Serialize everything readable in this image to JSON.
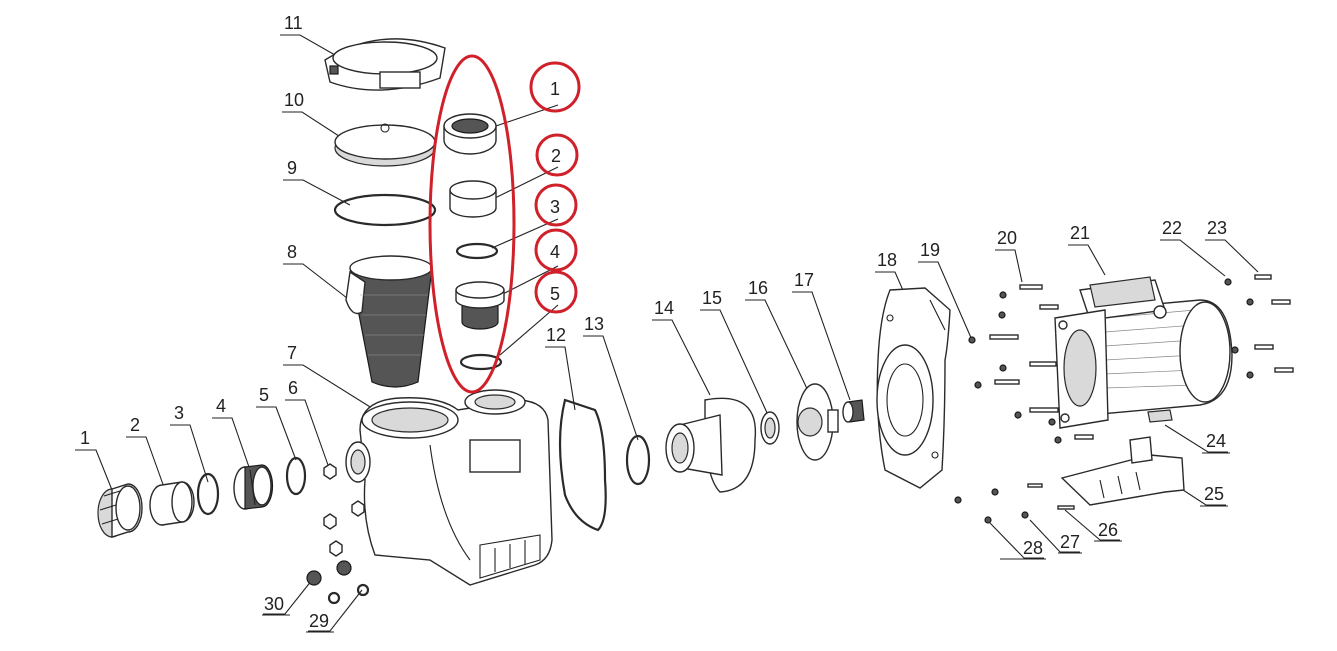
{
  "diagram": {
    "highlight_color": "#d0202a",
    "line_color": "#222222",
    "labels": {
      "p1": "1",
      "p2": "2",
      "p3": "3",
      "p4": "4",
      "p5": "5",
      "p6": "6",
      "p7": "7",
      "p8": "8",
      "p9": "9",
      "p10": "10",
      "p11": "11",
      "p12": "12",
      "p13": "13",
      "p14": "14",
      "p15": "15",
      "p16": "16",
      "p17": "17",
      "p18": "18",
      "p19": "19",
      "p20": "20",
      "p21": "21",
      "p22": "22",
      "p23": "23",
      "p24": "24",
      "p25": "25",
      "p26": "26",
      "p27": "27",
      "p28": "28",
      "p29": "29",
      "p30": "30",
      "h1": "1",
      "h2": "2",
      "h3": "3",
      "h4": "4",
      "h5": "5"
    }
  }
}
